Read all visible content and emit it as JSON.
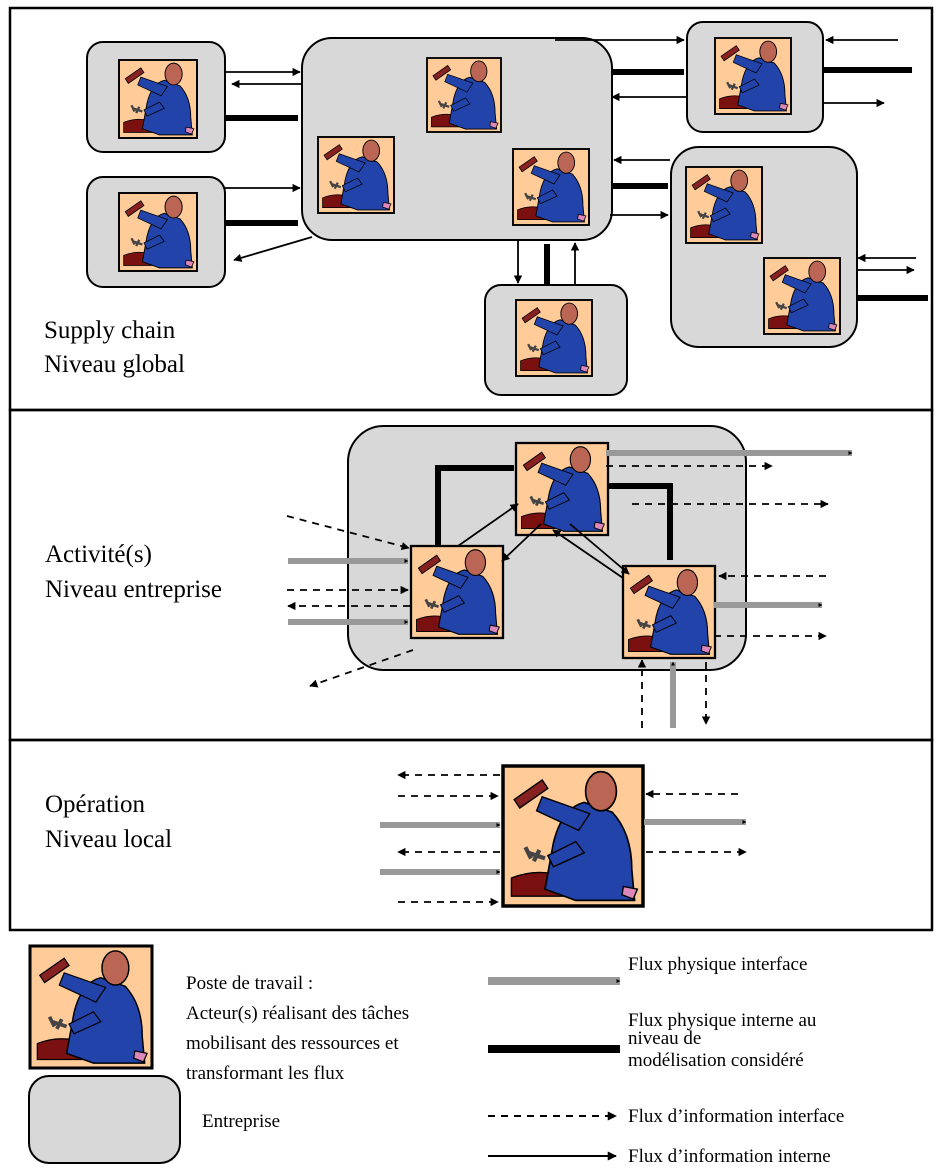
{
  "sections": {
    "global": {
      "line1": "Supply chain",
      "line2": "Niveau global"
    },
    "enterprise": {
      "line1": "Activité(s)",
      "line2": "Niveau entreprise"
    },
    "local": {
      "line1": "Opération",
      "line2": "Niveau local"
    }
  },
  "legend": {
    "workstation": {
      "line1": "Poste de travail :",
      "line2": "Acteur(s) réalisant des tâches",
      "line3": "mobilisant des ressources et",
      "line4": "transformant les flux"
    },
    "enterprise": "Entreprise",
    "flux_physique_interface": "Flux physique interface",
    "flux_physique_interne": {
      "line1": "Flux physique interne au",
      "line2": "niveau de",
      "line3": "modélisation considéré"
    },
    "flux_info_interface": "Flux d’information interface",
    "flux_info_interne": "Flux d’information interne"
  },
  "colors": {
    "enterprise_fill": "#d8d8d8",
    "workstation_bg": "#ffcc99",
    "worker_body": "#2244aa",
    "worker_head": "#bb6655",
    "physical_interface": "#999999",
    "physical_internal": "#000000",
    "info_flow": "#000000"
  },
  "icons": [
    "worker-workstation-icon"
  ]
}
